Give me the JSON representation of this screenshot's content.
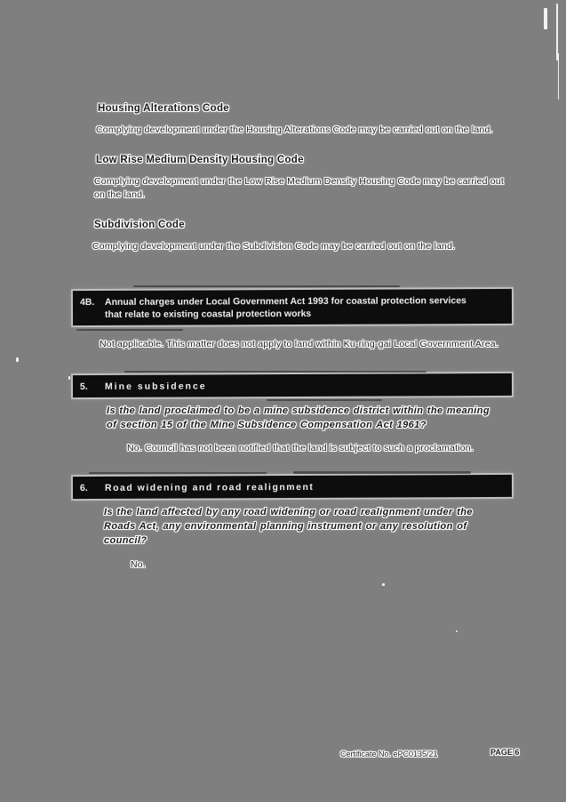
{
  "colors": {
    "page_bg": "#7f7f7f",
    "bar_bg": "#0d0d0d",
    "bar_text": "#ededed",
    "body_text": "#1a1a1a"
  },
  "codes": [
    {
      "heading": "Housing Alterations Code",
      "body": "Complying development under the Housing Alterations Code may be carried out on the land."
    },
    {
      "heading": "Low Rise Medium Density Housing Code",
      "body": "Complying development under the Low Rise Medium Density Housing Code may be carried out\non the land."
    },
    {
      "heading": "Subdivision Code",
      "body": "Complying development under the Subdivision Code may be carried out on the land."
    }
  ],
  "sections": [
    {
      "number": "4B.",
      "title": "Annual charges under Local Government Act 1993 for coastal protection services\nthat relate to existing coastal protection works",
      "body": "Not applicable. This matter does not apply to land within Ku-ring-gai Local Government Area."
    },
    {
      "number": "5.",
      "title": "Mine subsidence",
      "question": "Is the land proclaimed to be a mine subsidence district within the meaning\nof section 15 of the Mine Subsidence Compensation Act 1961?",
      "answer": "No. Council has not been notified that the land is subject to such a proclamation."
    },
    {
      "number": "6.",
      "title": "Road widening and road realignment",
      "question": "Is the land affected by any road widening or road realignment under the\nRoads Act, any environmental planning instrument or any resolution of\ncouncil?",
      "answer": "No."
    }
  ],
  "footer": {
    "certificate_no": "Certificate No. ePC0135/21",
    "page_label": "PAGE 6"
  }
}
